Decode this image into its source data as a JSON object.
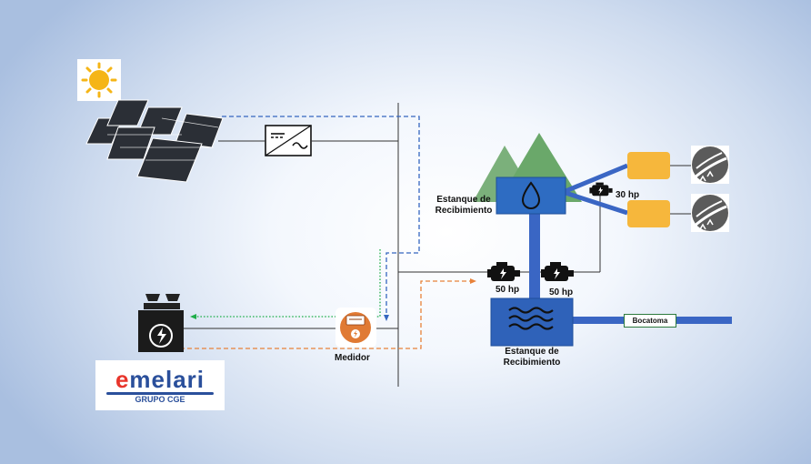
{
  "labels": {
    "upper_tank": "Estanque de Recibimiento",
    "lower_tank": "Estanque de Recibimiento",
    "meter": "Medidor",
    "pump_left_hp": "50 hp",
    "pump_right_hp": "50 hp",
    "pump_top_hp": "30 hp",
    "intake": "Bocatoma"
  },
  "logo": {
    "brand_e": "e",
    "brand_rest": "melari",
    "group": "GRUPO CGE"
  },
  "icons": {
    "sun": "sun-icon",
    "solar": "solar-panel-icon",
    "inverter": "inverter-icon",
    "transformer": "transformer-icon",
    "meter": "electric-meter-icon",
    "pump": "pump-motor-icon",
    "drop": "water-drop-icon",
    "waves": "water-waves-icon",
    "crop": "crop-field-icon"
  },
  "colors": {
    "water": "#3a66c4",
    "tank_upper": "#2e6cc2",
    "tank_lower": "#2f62b9",
    "orange_box": "#f6b73c",
    "mountain": "#6aa86a",
    "blue_dash": "#3566c0",
    "green_dot": "#1fae4a",
    "orange_dash": "#e8823a"
  }
}
